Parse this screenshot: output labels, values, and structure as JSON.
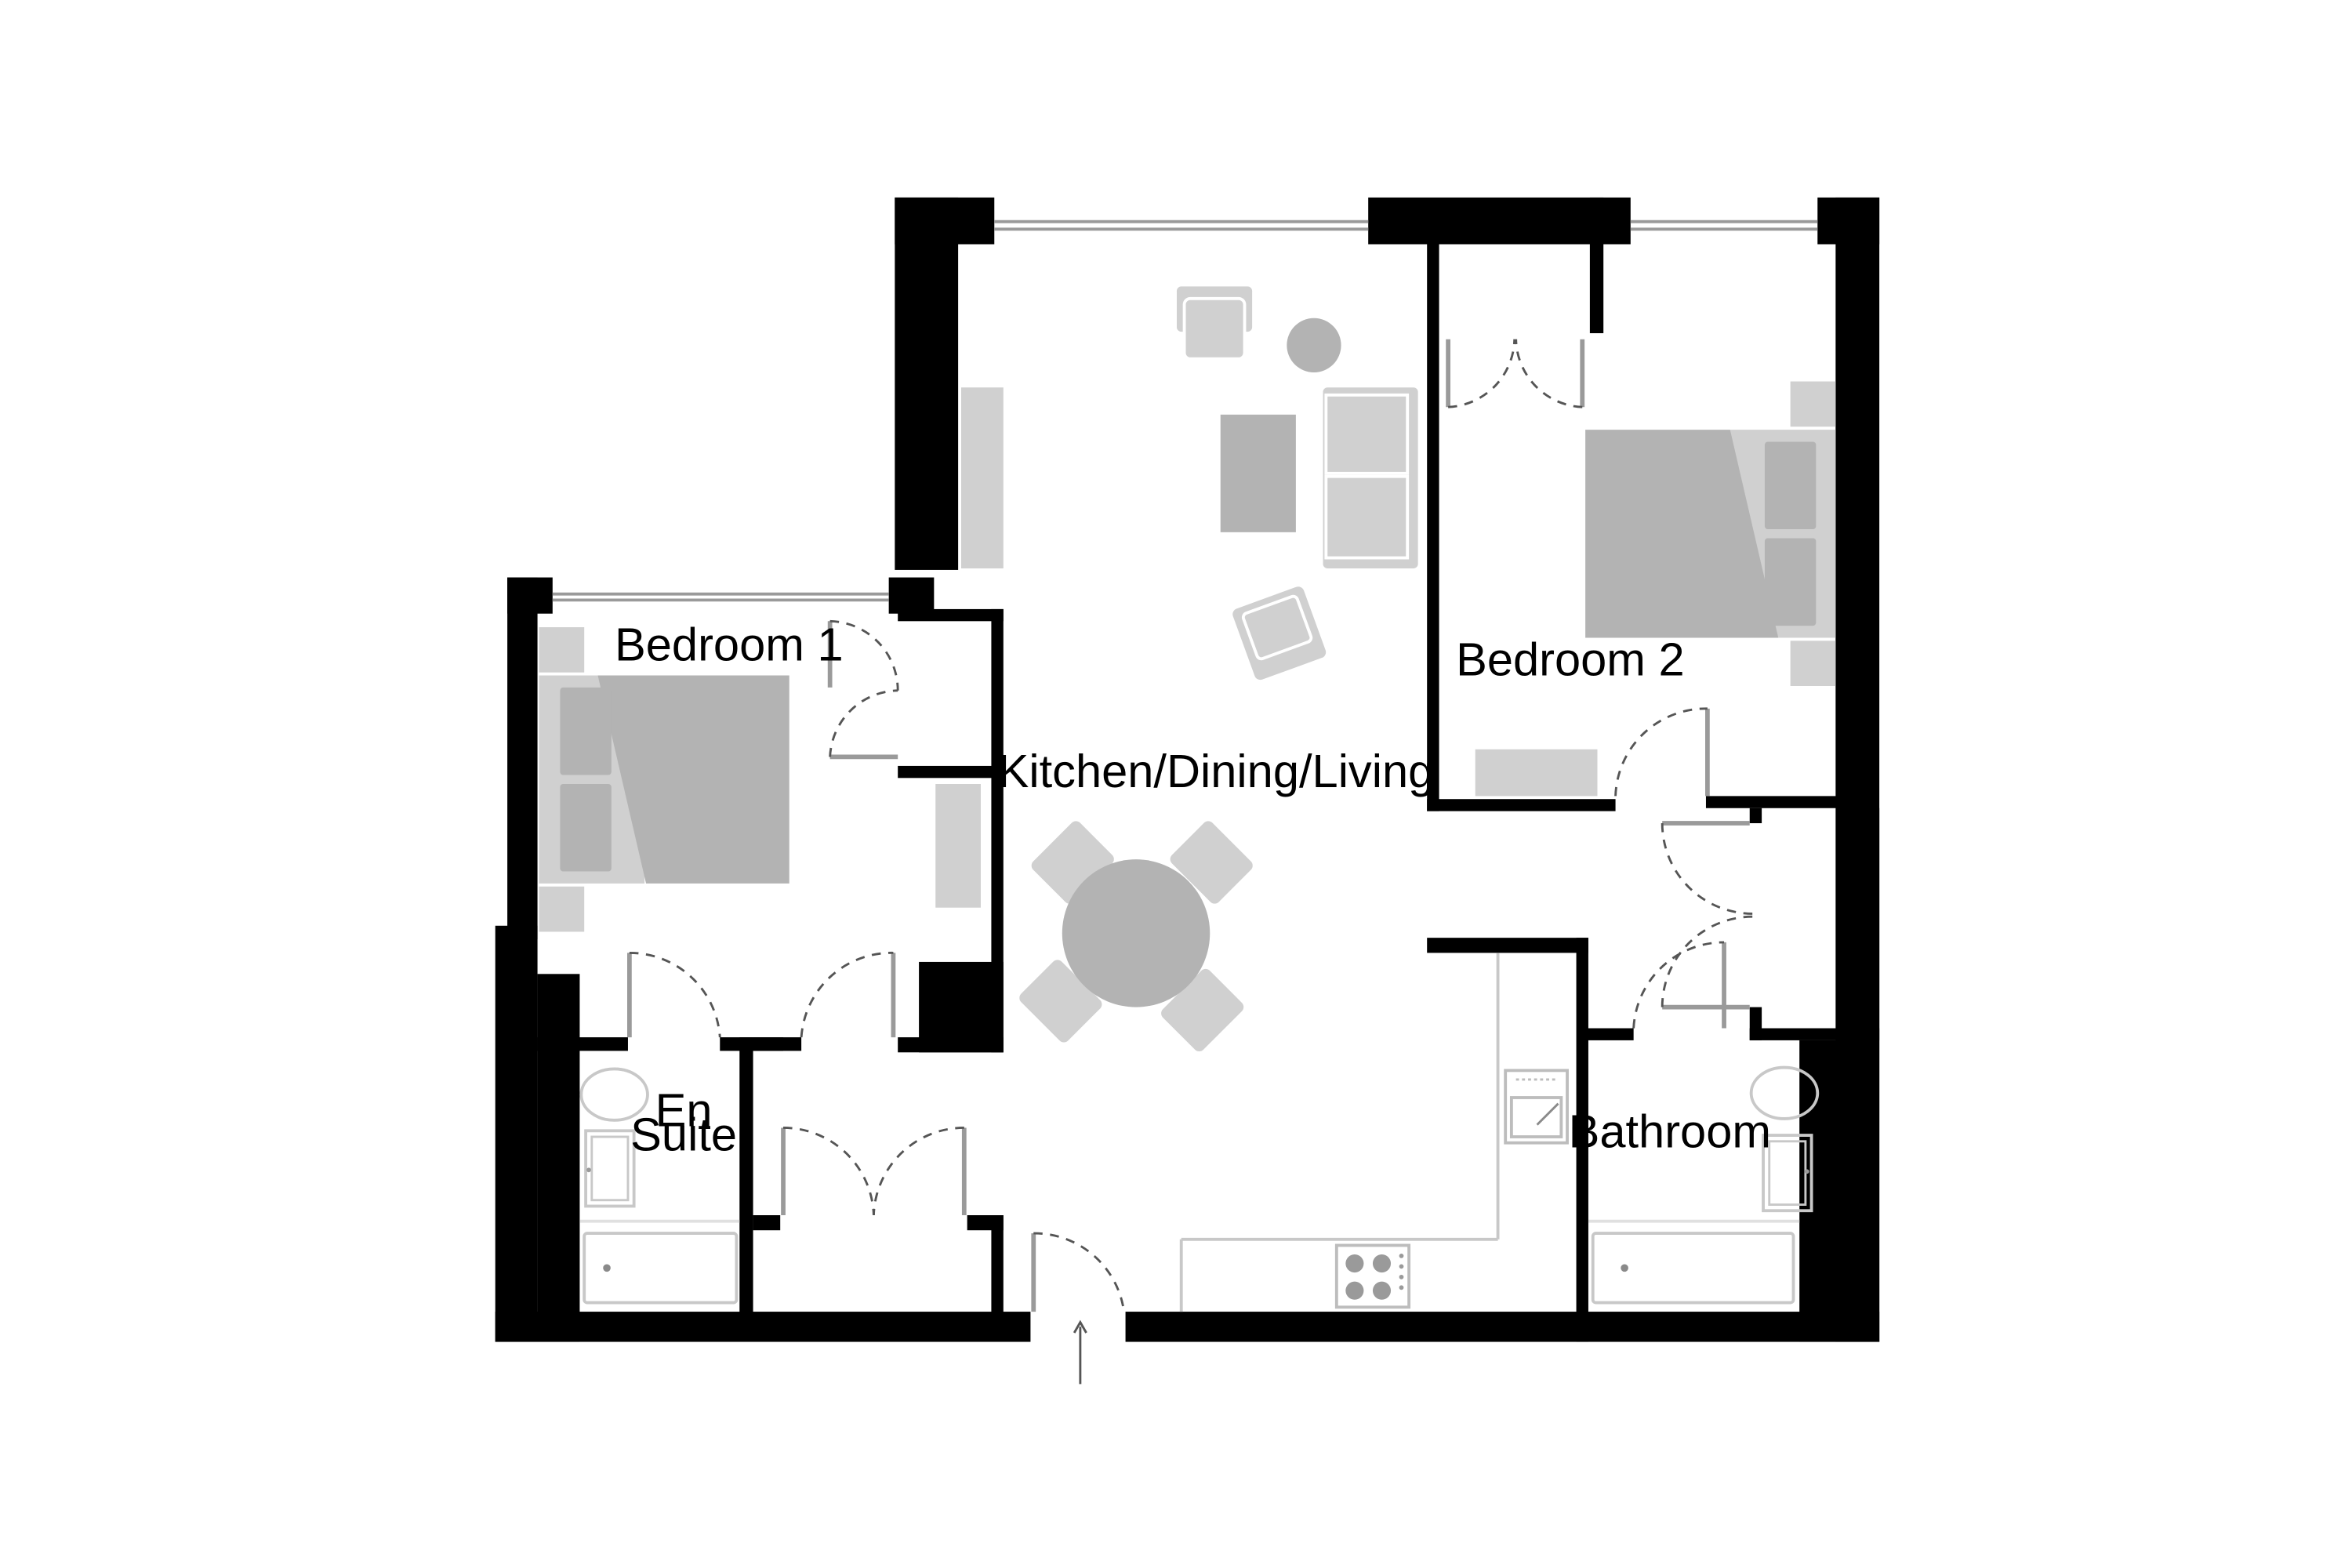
{
  "rooms": {
    "bedroom1": "Bedroom 1",
    "bedroom2": "Bedroom 2",
    "kitchen": "Kitchen/Dining/Living",
    "ensuite_line1": "En",
    "ensuite_line2": "Suite",
    "bathroom": "Bathroom"
  },
  "colors": {
    "wall": "#000000",
    "furniture_light": "#d0d0d0",
    "furniture_mid": "#b3b3b3",
    "background": "#ffffff"
  },
  "icons": {
    "entrance": "entrance-arrow-icon",
    "hob": "hob-icon",
    "sink": "sink-icon"
  }
}
